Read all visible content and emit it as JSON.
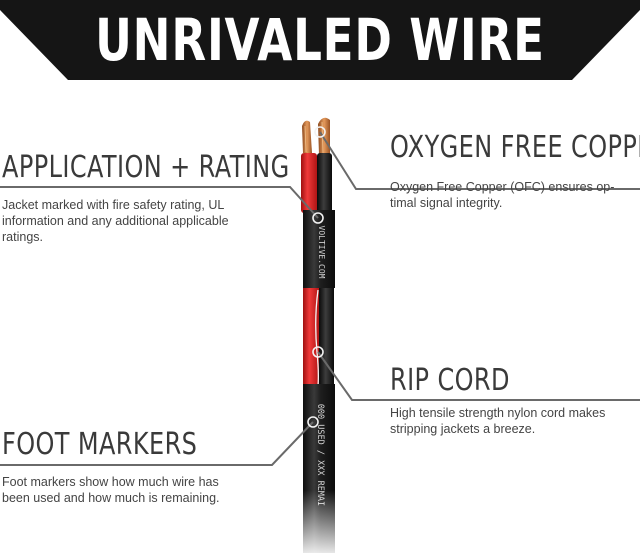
{
  "banner": {
    "title": "UNRIVALED WIRE"
  },
  "features": {
    "application": {
      "heading": "APPLICATION + RATING",
      "description_lines": [
        "Jacket marked with fire safety rating, UL",
        "information and any additional applicable",
        "ratings."
      ]
    },
    "copper": {
      "heading": "OXYGEN FREE COPPER",
      "description_lines": [
        "Oxygen Free Copper (OFC) ensures op-",
        "timal signal integrity."
      ]
    },
    "ripcord": {
      "heading": "RIP CORD",
      "description_lines": [
        "High tensile strength nylon cord makes",
        "stripping jackets a breeze."
      ]
    },
    "foot_markers": {
      "heading": "FOOT MARKERS",
      "description_lines": [
        "Foot markers show how much wire has",
        "been used and how much is remaining."
      ]
    }
  },
  "cable": {
    "jacket_print_upper": "VOLTIVE.COM",
    "jacket_print_lower": "000 USED / XXX REMAI"
  },
  "colors": {
    "banner": "#151515",
    "jacket": "#1b1b1b",
    "red_conductor": "#d31d1d",
    "copper": "#c8733a",
    "callout_line": "#6a6a6a",
    "heading_text": "#3a3a3a"
  }
}
